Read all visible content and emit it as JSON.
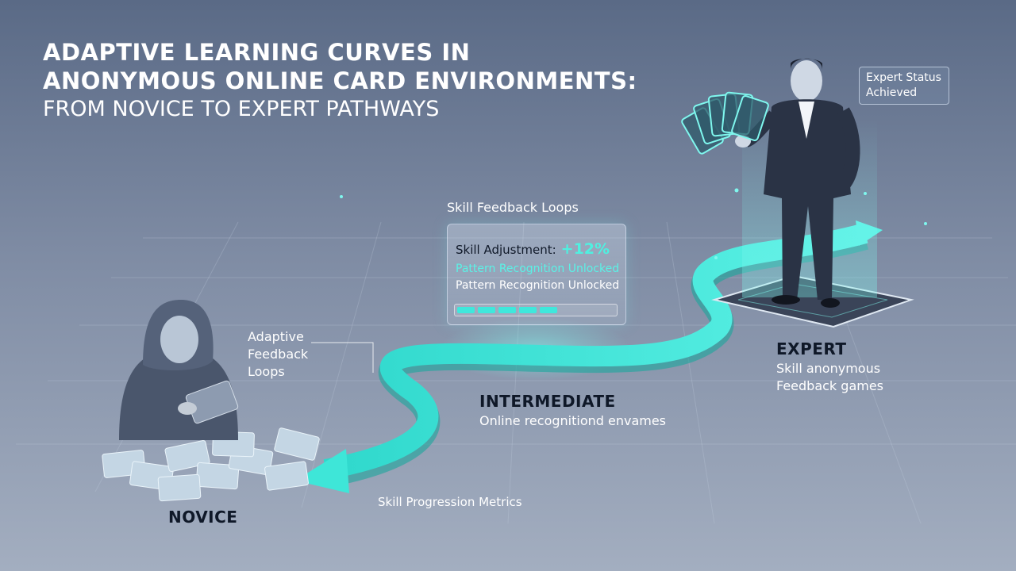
{
  "title": {
    "line1": "ADAPTIVE LEARNING CURVES IN",
    "line2": "ANONYMOUS ONLINE CARD ENVIRONMENTS:",
    "line3": "FROM NOVICE TO EXPERT PATHWAYS"
  },
  "stages": {
    "novice": {
      "label": "NOVICE"
    },
    "intermediate": {
      "label": "INTERMEDIATE",
      "desc": "Online recognitiond envames"
    },
    "expert": {
      "label": "EXPERT",
      "desc_line1": "Skill anonymous",
      "desc_line2": "Feedback games"
    }
  },
  "adaptive_feedback": {
    "line1": "Adaptive",
    "line2": "Feedback",
    "line3": "Loops"
  },
  "feedback_panel": {
    "title": "Skill Feedback Loops",
    "adjustment_label": "Skill Adjustment:",
    "adjustment_value": "+12%",
    "unlock_cyan": "Pattern Recognition Unlocked",
    "unlock_white": "Pattern Recognition Unlocked",
    "progress_segments_filled": 5
  },
  "metrics_label": "Skill Progression Metrics",
  "expert_badge": "Expert Status\nAchieved",
  "colors": {
    "path": "#3ee6d8",
    "path_dark": "#1fb8ad",
    "accent": "#4ff0e0",
    "figure_suit": "#2a3345",
    "hoodie": "#4a566c"
  }
}
